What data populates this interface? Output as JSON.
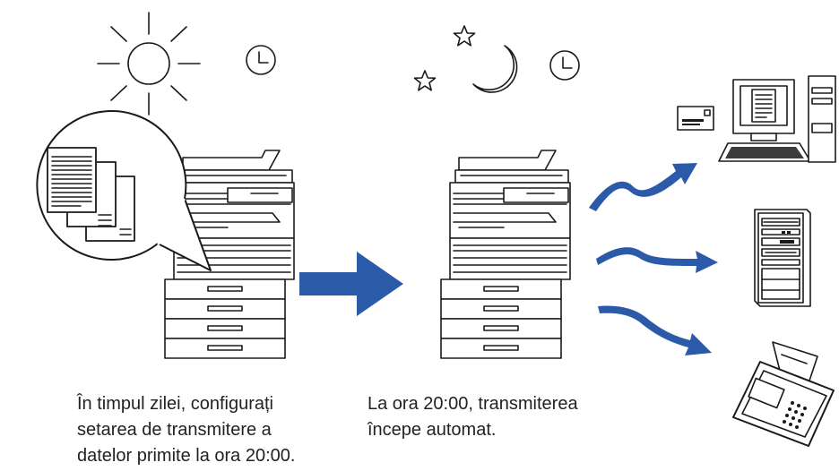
{
  "captions": {
    "left": {
      "line1": "În timpul zilei, configurați",
      "line2": "setarea de transmitere a",
      "line3": "datelor primite la ora 20:00."
    },
    "right": {
      "line1": "La ora 20:00, transmiterea",
      "line2": "începe automat."
    }
  },
  "icons": {
    "day": [
      "sun-icon",
      "clock-icon"
    ],
    "night": [
      "star-icon",
      "moon-icon",
      "clock-icon"
    ],
    "devices": [
      "computer-icon",
      "server-icon",
      "fax-icon"
    ]
  },
  "colors": {
    "arrow": "#2b5aa8",
    "line": "#1a1a1a",
    "background": "#ffffff"
  }
}
